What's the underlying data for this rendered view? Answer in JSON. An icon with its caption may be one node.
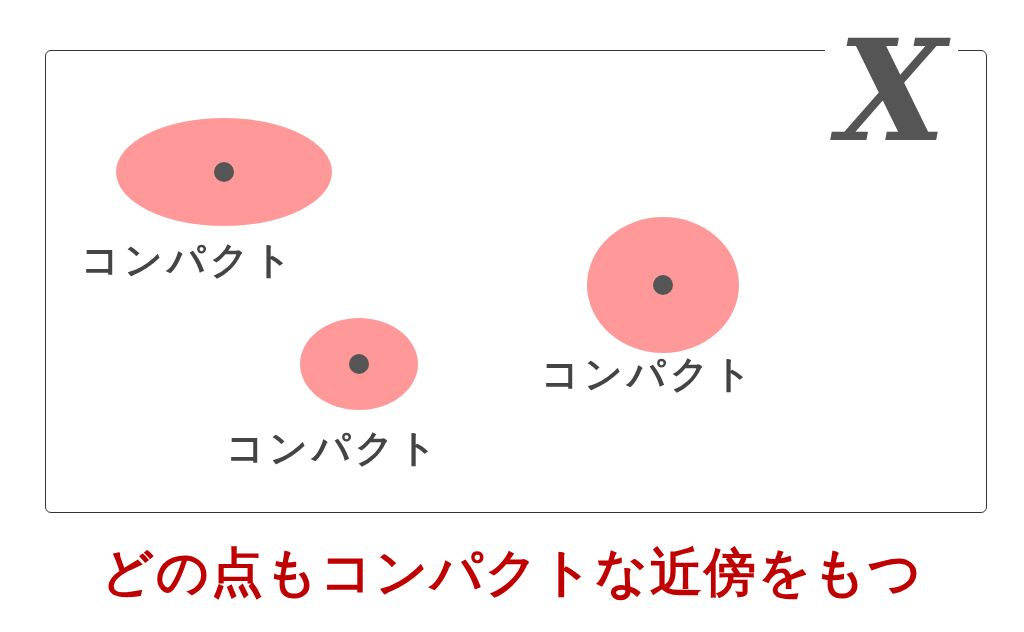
{
  "diagram": {
    "caption": "どの点もコンパクトな近傍をもつ",
    "nodes": [
      {
        "text": [
          "X"
        ]
      },
      {
        "text": [],
        "shape": "circle",
        "in": 0,
        "beside": [
          "コンパクト"
        ]
      },
      {
        "text": [],
        "shape": "circle",
        "in": 0,
        "beside": [
          "コンパクト"
        ]
      },
      {
        "text": [],
        "shape": "circle",
        "in": 0,
        "beside": [
          "コンパクト"
        ]
      }
    ]
  }
}
